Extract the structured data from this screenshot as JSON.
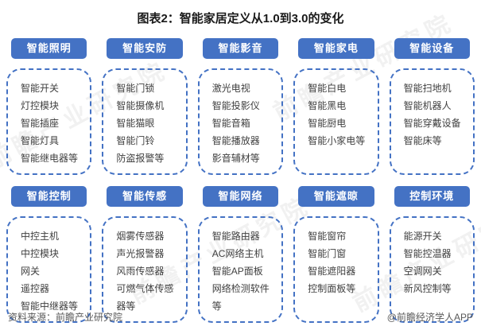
{
  "title": "图表2：智能家居定义从1.0到3.0的变化",
  "watermark": "前瞻产业研究院",
  "colors": {
    "accent": "#4472C4",
    "item_text": "#404040",
    "footer_text": "#595959"
  },
  "groups": [
    {
      "label": "智能照明",
      "items": [
        "智能开关",
        "灯控模块",
        "智能插座",
        "智能灯具",
        "智能继电器等"
      ]
    },
    {
      "label": "智能安防",
      "items": [
        "智能门锁",
        "智能摄像机",
        "智能猫眼",
        "智能门铃",
        "防盗报警等"
      ]
    },
    {
      "label": "智能影音",
      "items": [
        "激光电视",
        "智能投影仪",
        "智能音箱",
        "智能播放器",
        "影音辅材等"
      ]
    },
    {
      "label": "智能家电",
      "items": [
        "智能白电",
        "智能黑电",
        "智能厨电",
        "智能小家电等"
      ]
    },
    {
      "label": "智能设备",
      "items": [
        "智能扫地机",
        "智能机器人",
        "智能穿戴设备",
        "智能床等"
      ]
    },
    {
      "label": "智能控制",
      "items": [
        "中控主机",
        "中控模块",
        "网关",
        "遥控器",
        "智能中继器等"
      ]
    },
    {
      "label": "智能传感",
      "items": [
        "烟雾传感器",
        "声光报警器",
        "风雨传感器",
        "可燃气体传感器等"
      ]
    },
    {
      "label": "智能网络",
      "items": [
        "智能路由器",
        "AC网络主机",
        "智能AP面板",
        "网络检测软件等"
      ]
    },
    {
      "label": "智能遮晾",
      "items": [
        "智能窗帘",
        "智能门窗",
        "智能遮阳器",
        "控制面板等"
      ]
    },
    {
      "label": "控制环境",
      "items": [
        "能源开关",
        "智能控温器",
        "空调网关",
        "新风控制等"
      ]
    }
  ],
  "footer": {
    "source": "资料来源：前瞻产业研究院",
    "credit": "@前瞻经济学人APP"
  }
}
